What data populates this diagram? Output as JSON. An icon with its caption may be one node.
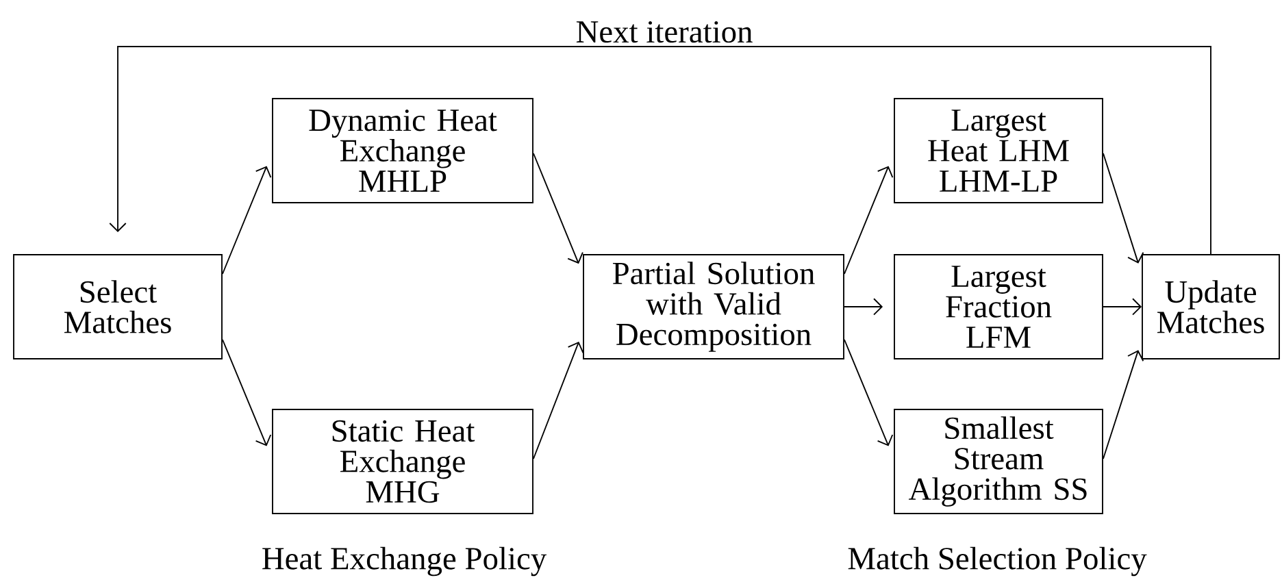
{
  "diagram": {
    "nodes": [
      {
        "text": [
          "Select Matches"
        ]
      },
      {
        "text": [
          "Dynamic Heat Exchange MHLP"
        ]
      },
      {
        "text": [
          "Static Heat Exchange MHG"
        ]
      },
      {
        "text": [
          "Partial Solution with Valid Decomposition"
        ]
      },
      {
        "text": [
          "Largest Heat LHM LHM-LP"
        ]
      },
      {
        "text": [
          "Largest Fraction LFM"
        ]
      },
      {
        "text": [
          "Smallest Stream Algorithm SS"
        ]
      },
      {
        "text": [
          "Update Matches"
        ]
      }
    ],
    "edges": [
      {
        "from": 0,
        "to": 1,
        "arrow": "to"
      },
      {
        "from": 0,
        "to": 2,
        "arrow": "to"
      },
      {
        "from": 1,
        "to": 3,
        "arrow": "to"
      },
      {
        "from": 2,
        "to": 3,
        "arrow": "to"
      },
      {
        "from": 3,
        "to": 4,
        "arrow": "to"
      },
      {
        "from": 3,
        "to": 5,
        "arrow": "to"
      },
      {
        "from": 3,
        "to": 6,
        "arrow": "to"
      },
      {
        "from": 4,
        "to": 7,
        "arrow": "to"
      },
      {
        "from": 5,
        "to": 7,
        "arrow": "to"
      },
      {
        "from": 6,
        "to": 7,
        "arrow": "to"
      },
      {
        "from": 7,
        "to": 0,
        "arrow": "to",
        "label": "Next iteration"
      }
    ],
    "labels": [
      "Heat Exchange Policy",
      "Match Selection Policy"
    ]
  }
}
